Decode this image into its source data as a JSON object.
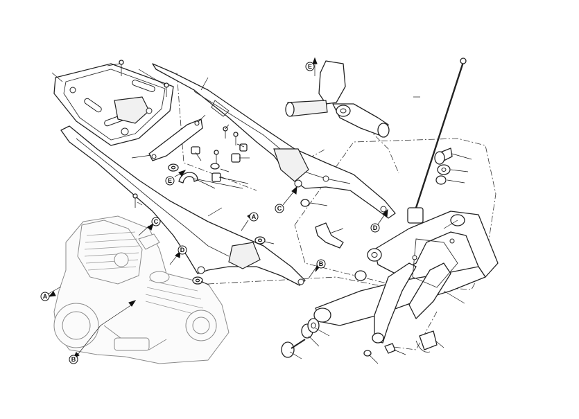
{
  "markers": {
    "a": "A",
    "b": "B",
    "c": "C",
    "d": "D",
    "e": "E"
  },
  "colors": {
    "line": "#222222",
    "engine": "#8a8a8a",
    "background": "#ffffff"
  },
  "icons": {
    "tag_arrow": "triangle-arrow-icon"
  }
}
